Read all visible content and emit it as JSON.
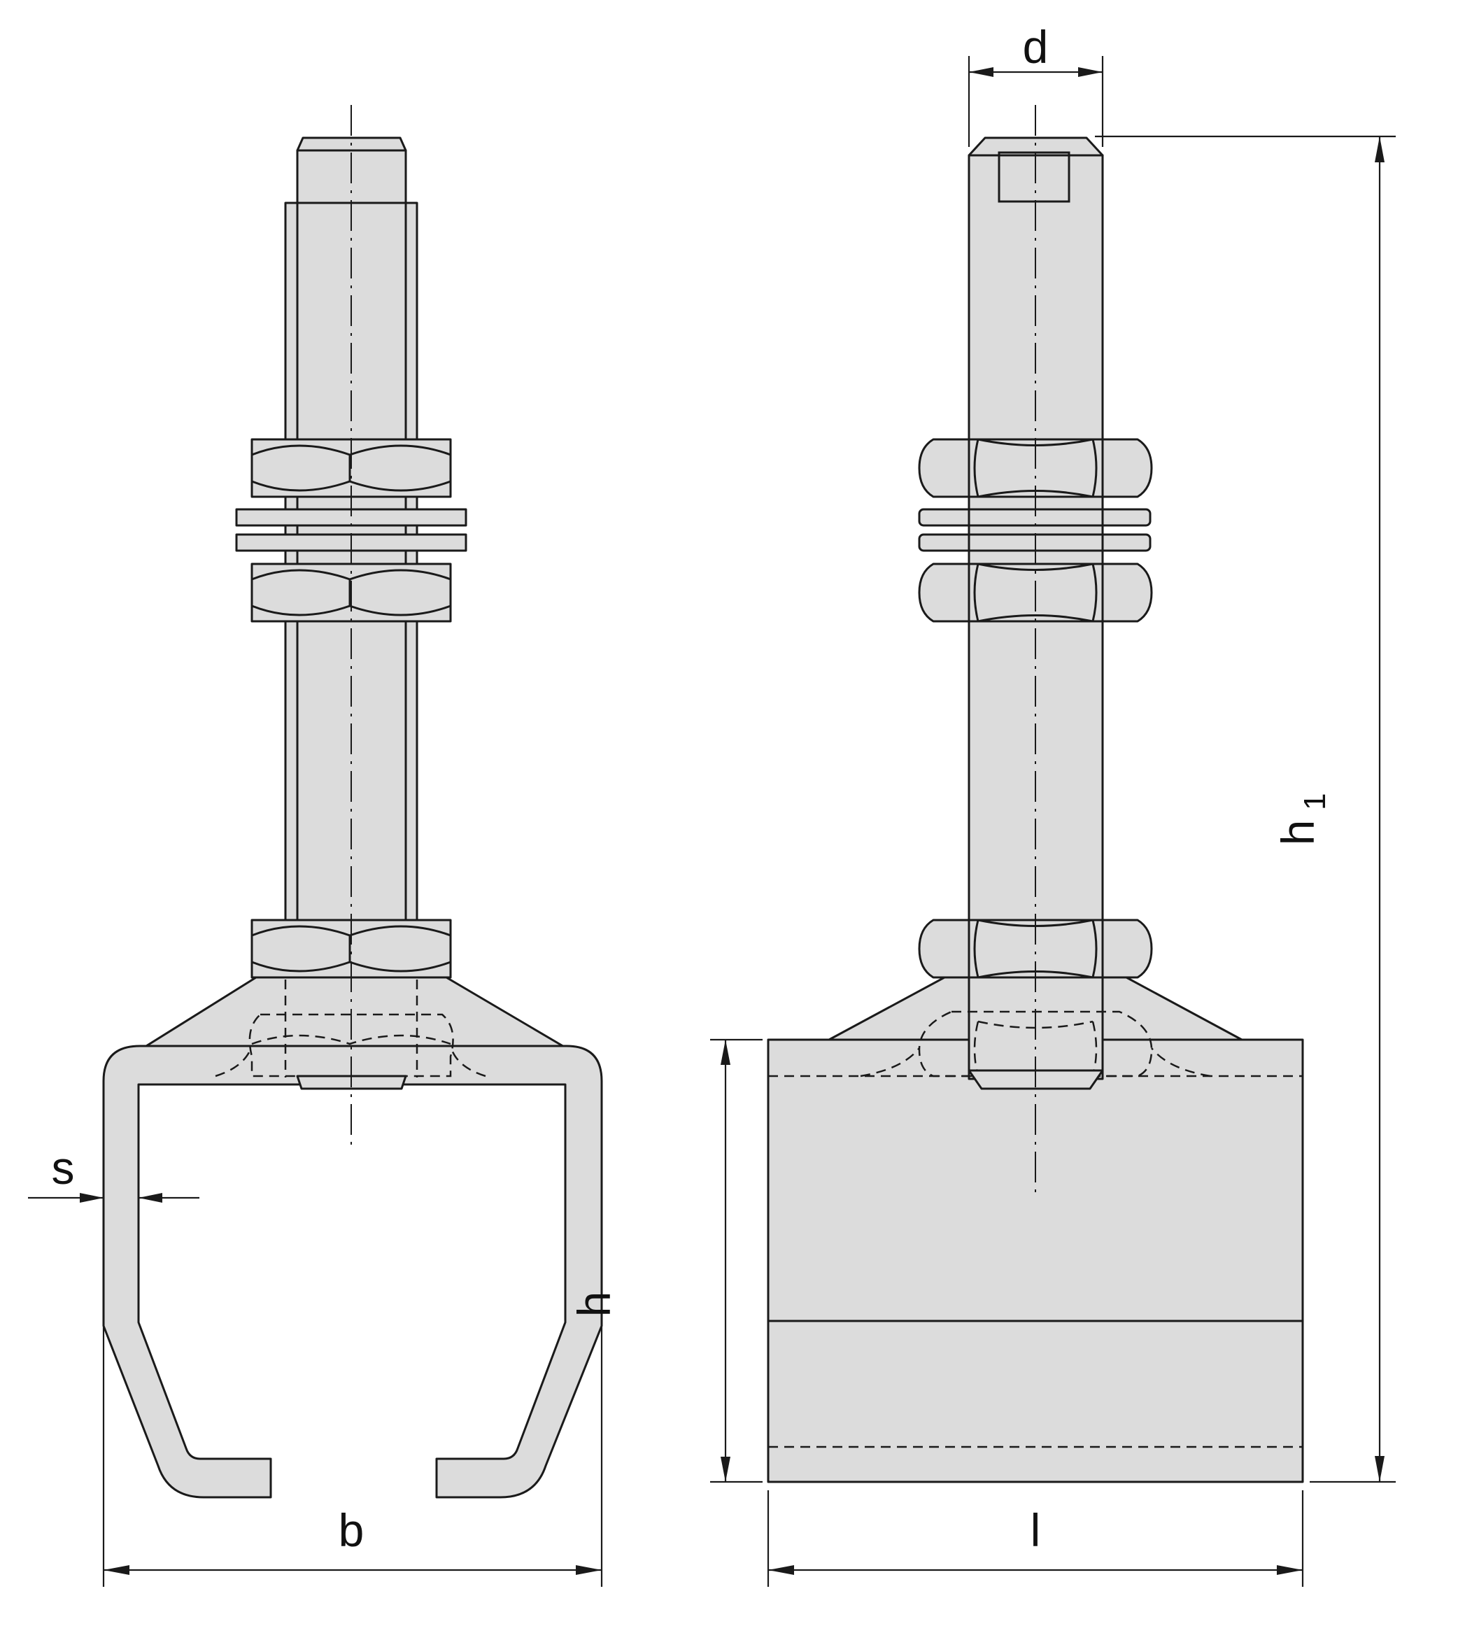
{
  "dimensions": {
    "d": "d",
    "h1": "h",
    "h1_subscript": "1",
    "h": "h",
    "s": "s",
    "b": "b",
    "l": "l"
  },
  "colors": {
    "part_fill": "#dcdcdc",
    "line": "#1a1a1a"
  }
}
